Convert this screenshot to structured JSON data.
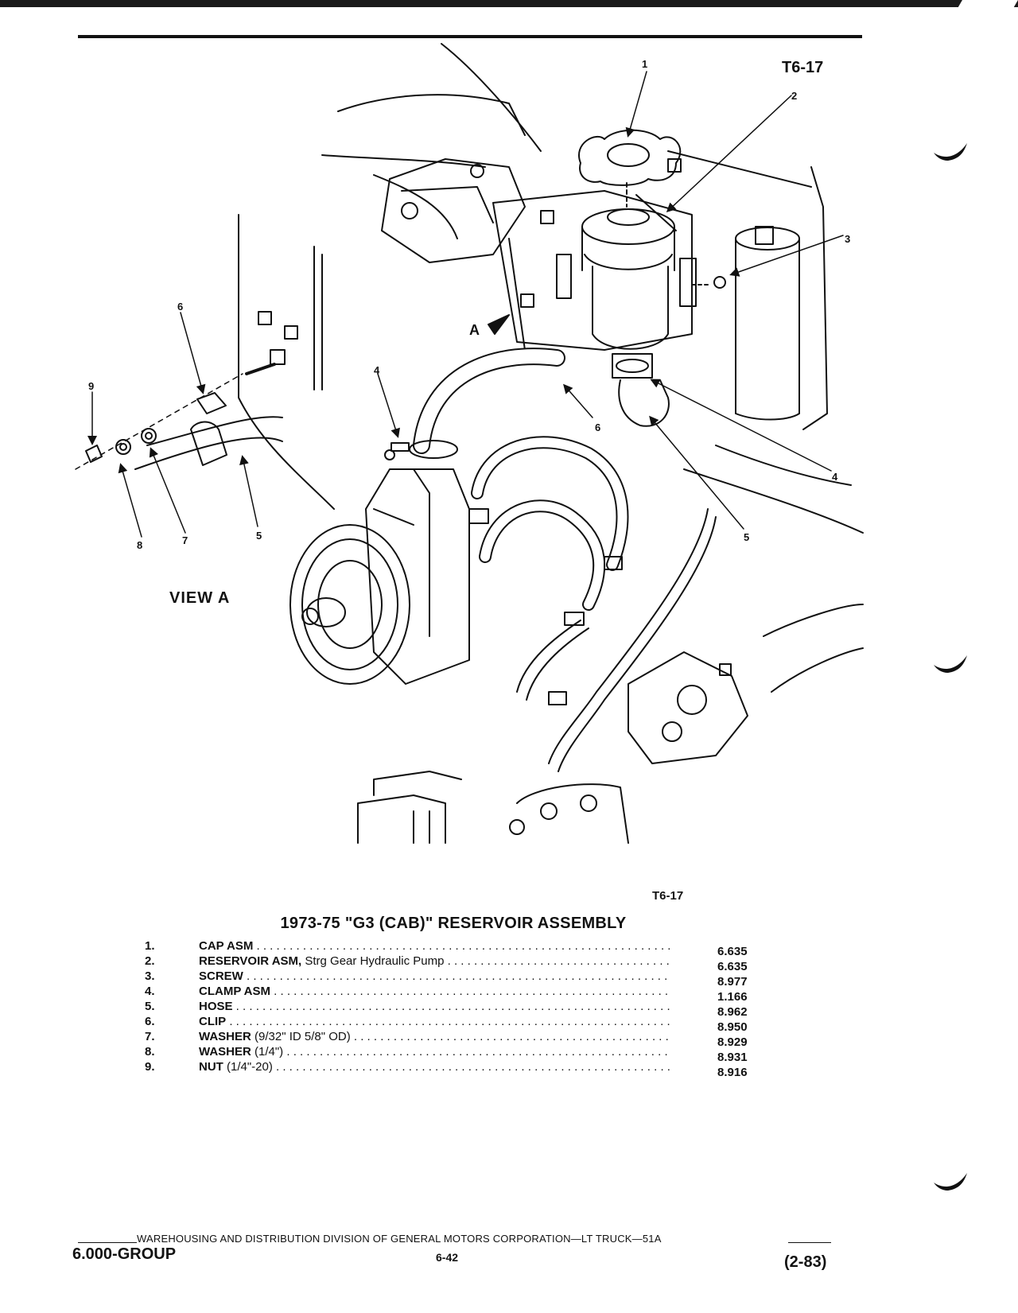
{
  "figure": {
    "code_top": "T6-17",
    "code_bottom": "T6-17",
    "view_label": "VIEW A",
    "view_arrow_label": "A",
    "callouts": [
      "1",
      "2",
      "3",
      "4",
      "5",
      "6",
      "4",
      "5",
      "6",
      "9",
      "8",
      "7",
      "5"
    ]
  },
  "table": {
    "title": "1973-75 \"G3 (CAB)\" RESERVOIR ASSEMBLY",
    "items": [
      {
        "num": "1.",
        "name": "CAP ASM",
        "qualifier": "",
        "group": "6.635"
      },
      {
        "num": "2.",
        "name": "RESERVOIR ASM,",
        "qualifier": " Strg Gear Hydraulic Pump",
        "group": "6.635"
      },
      {
        "num": "3.",
        "name": "SCREW",
        "qualifier": "",
        "group": "8.977"
      },
      {
        "num": "4.",
        "name": "CLAMP ASM",
        "qualifier": "",
        "group": "1.166"
      },
      {
        "num": "5.",
        "name": "HOSE",
        "qualifier": "",
        "group": "8.962"
      },
      {
        "num": "6.",
        "name": "CLIP",
        "qualifier": "",
        "group": "8.950"
      },
      {
        "num": "7.",
        "name": "WASHER",
        "qualifier": " (9/32\" ID 5/8\" OD)",
        "group": "8.929"
      },
      {
        "num": "8.",
        "name": "WASHER",
        "qualifier": " (1/4\")",
        "group": "8.931"
      },
      {
        "num": "9.",
        "name": "NUT",
        "qualifier": " (1/4\"-20)",
        "group": "8.916"
      }
    ]
  },
  "footer": {
    "line": "WAREHOUSING AND DISTRIBUTION  DIVISION OF GENERAL MOTORS CORPORATION—LT TRUCK—51A",
    "group": "6.000-GROUP",
    "page": "6-42",
    "date": "(2-83)"
  }
}
